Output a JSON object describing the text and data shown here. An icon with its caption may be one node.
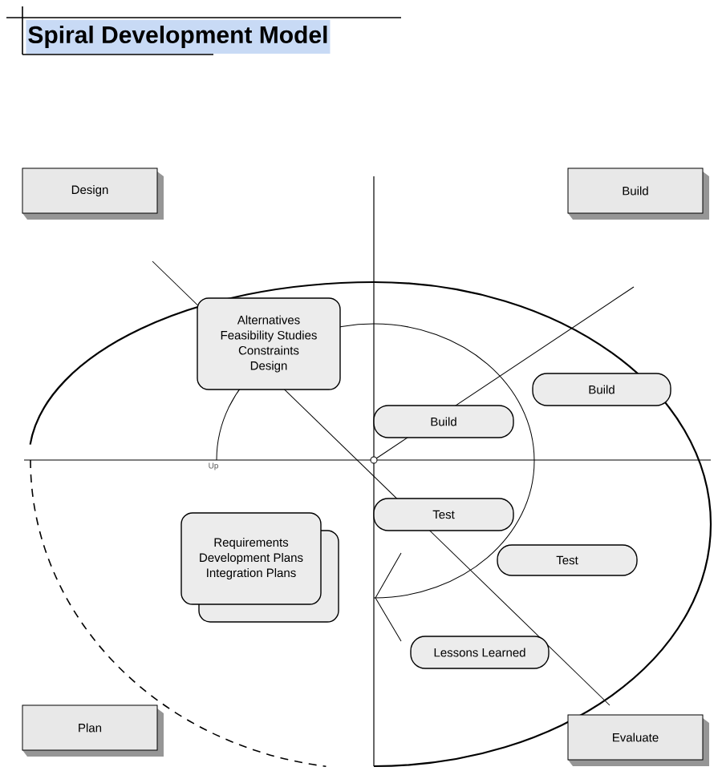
{
  "diagram": {
    "title": "Spiral Development Model",
    "nodes": [
      {
        "text": [
          "Design"
        ]
      },
      {
        "text": [
          "Build"
        ]
      },
      {
        "text": [
          "Alternatives",
          "Feasibility Studies",
          "Constraints",
          "Design"
        ]
      },
      {
        "text": [
          "Build"
        ]
      },
      {
        "text": [
          "Build"
        ]
      },
      {
        "text": [
          "Requirements",
          "Development Plans",
          "Integration Plans"
        ]
      },
      {
        "text": [
          "Test"
        ]
      },
      {
        "text": [
          "Test"
        ]
      },
      {
        "text": [
          "Lessons Learned"
        ]
      },
      {
        "text": [
          "Plan"
        ]
      },
      {
        "text": [
          "Evaluate"
        ]
      }
    ],
    "edges": [],
    "labels": [
      "Up"
    ]
  }
}
